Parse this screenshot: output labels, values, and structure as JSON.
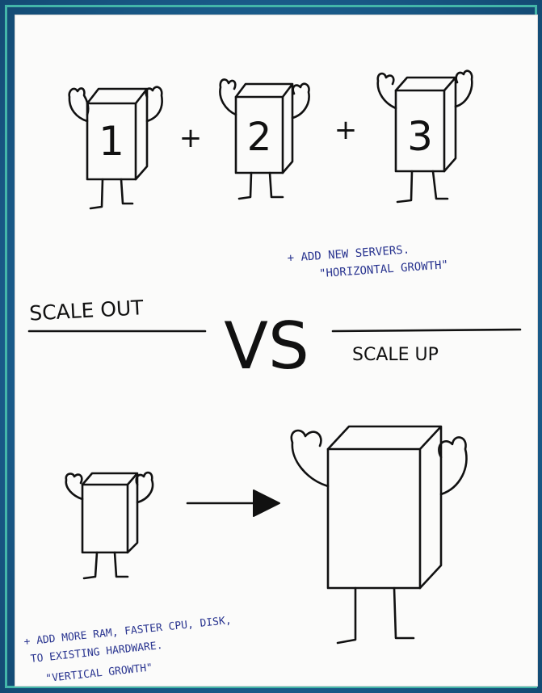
{
  "servers_top": [
    {
      "label": "1"
    },
    {
      "label": "2"
    },
    {
      "label": "3"
    }
  ],
  "plus_sign": "+",
  "scale_out": {
    "heading": "SCALE OUT",
    "note_line1": "+ ADD NEW SERVERS.",
    "note_line2": "\"HORIZONTAL GROWTH\""
  },
  "versus": "VS",
  "scale_up": {
    "heading": "SCALE UP",
    "note_line1": "+ ADD MORE RAM, FASTER CPU, DISK,",
    "note_line2": "TO EXISTING HARDWARE.",
    "note_line3": "\"VERTICAL GROWTH\""
  },
  "colors": {
    "ink": "#111111",
    "note_ink": "#2a3590",
    "paper": "#fbfbfa",
    "background": "#1b5f8f",
    "frame": "#43b6a9"
  }
}
